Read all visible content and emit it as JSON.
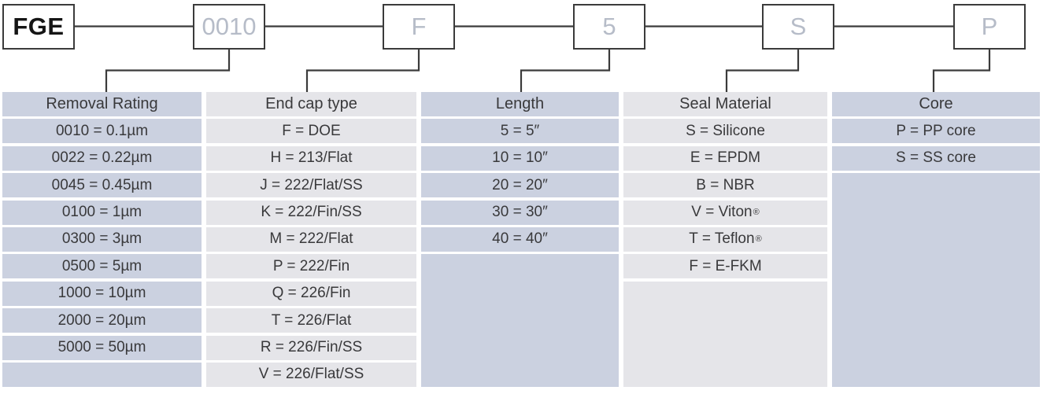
{
  "diagram": {
    "prefix_box": "FGE",
    "code_boxes": [
      "0010",
      "F",
      "5",
      "S",
      "P"
    ]
  },
  "columns": [
    {
      "header": "Removal Rating",
      "rows": [
        "0010 = 0.1µm",
        "0022 = 0.22µm",
        "0045 = 0.45µm",
        "0100 = 1µm",
        "0300 = 3µm",
        "0500 = 5µm",
        "1000 = 10µm",
        "2000 = 20µm",
        "5000 = 50µm"
      ]
    },
    {
      "header": "End cap type",
      "rows": [
        "F = DOE",
        "H = 213/Flat",
        "J = 222/Flat/SS",
        "K = 222/Fin/SS",
        "M = 222/Flat",
        "P = 222/Fin",
        "Q = 226/Fin",
        "T = 226/Flat",
        "R = 226/Fin/SS",
        "V = 226/Flat/SS"
      ]
    },
    {
      "header": "Length",
      "rows": [
        "5 = 5″",
        "10 = 10″",
        "20 = 20″",
        "30 = 30″",
        "40 = 40″"
      ]
    },
    {
      "header": "Seal Material",
      "rows": [
        "S = Silicone",
        "E = EPDM",
        "B = NBR",
        "V = Viton®",
        "T = Teflon®",
        "F = E-FKM"
      ]
    },
    {
      "header": "Core",
      "rows": [
        "P = PP core",
        "S = SS core"
      ]
    }
  ],
  "colors": {
    "blue_cell": "#cbd1e0",
    "gray_cell": "#e5e5e9",
    "connector_line": "#3b3b3b",
    "code_text": "#b6bcc8",
    "brand_text": "#151515",
    "table_text": "#39393b"
  }
}
